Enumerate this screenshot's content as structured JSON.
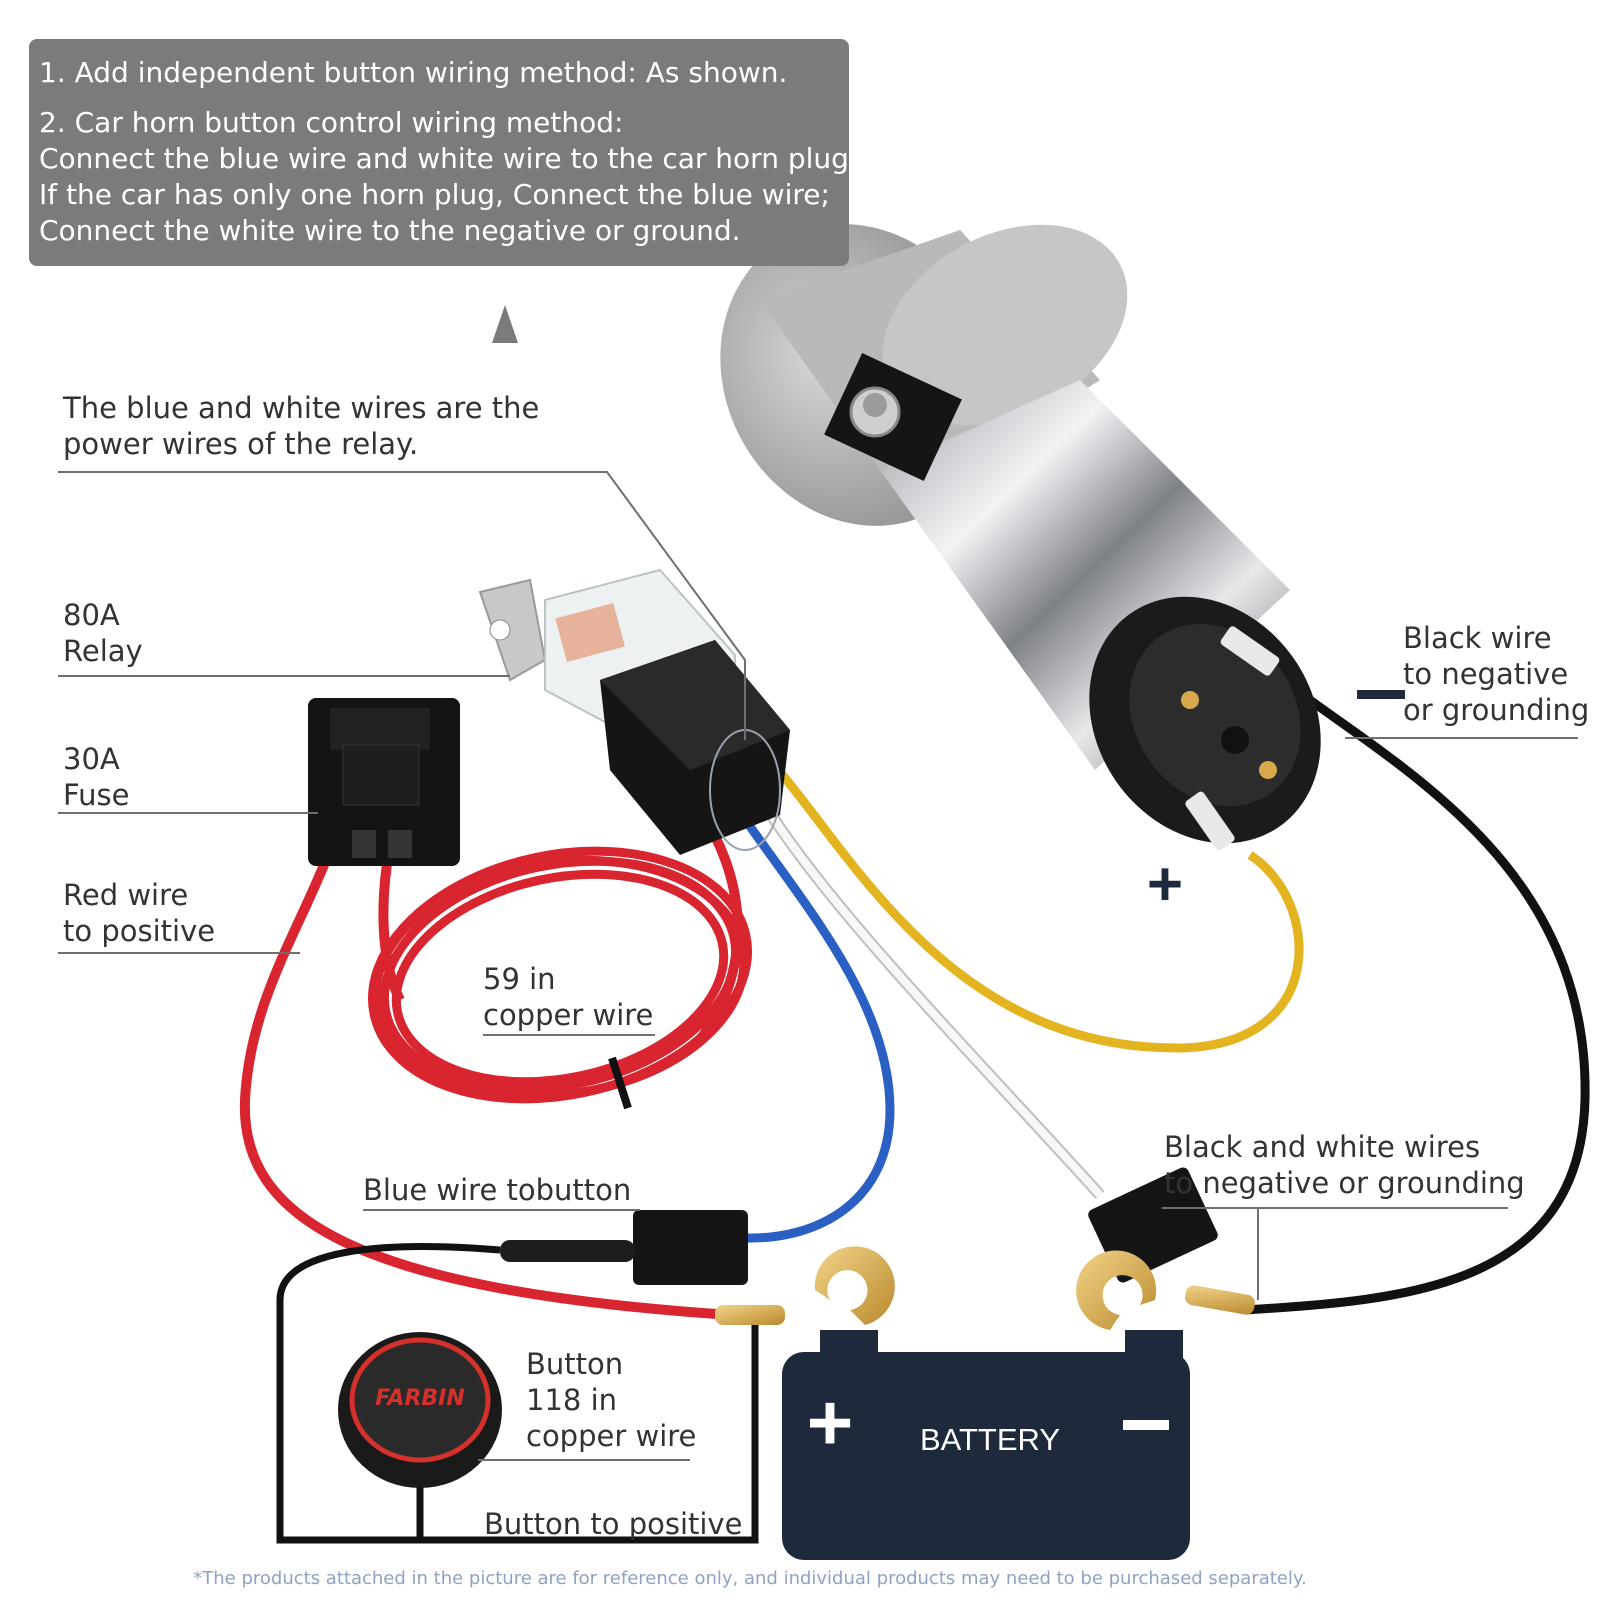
{
  "instructions": {
    "line1": "1.  Add independent button wiring method: As shown.",
    "line2": "2.  Car horn button control wiring method:",
    "line3": "Connect the blue wire and white wire to the car horn plug.",
    "line4": "If the car has only one horn plug, Connect the blue wire;",
    "line5": "Connect the white wire to the negative or ground."
  },
  "labels": {
    "relay_power": "The blue and white wires are the\npower wires of the relay.",
    "relay": "80A\nRelay",
    "fuse": "30A\nFuse",
    "red_wire": "Red wire\nto positive",
    "copper_59": "59 in\ncopper wire",
    "blue_button": "Blue wire tobutton",
    "button_118": "Button\n118 in\ncopper wire",
    "button_positive": "Button to positive",
    "black_wire": "Black wire\nto negative\nor grounding",
    "black_white": "Black and white wires\nto negative or grounding"
  },
  "battery": {
    "label": "BATTERY",
    "plus": "+",
    "minus": "−"
  },
  "horn": {
    "plus": "+",
    "minus": "—"
  },
  "button_brand": "FARBIN",
  "disclaimer": "*The products attached in the picture are for reference only, and individual products may need to be purchased separately.",
  "colors": {
    "panel": "#7b7b7b",
    "battery": "#1e2a3c",
    "red_wire": "#d9252f",
    "blue_wire": "#2a5fc4",
    "white_wire": "#f4f4f4",
    "yellow_wire": "#e3b320",
    "black_wire": "#111111",
    "brass": "#d8a94c"
  }
}
